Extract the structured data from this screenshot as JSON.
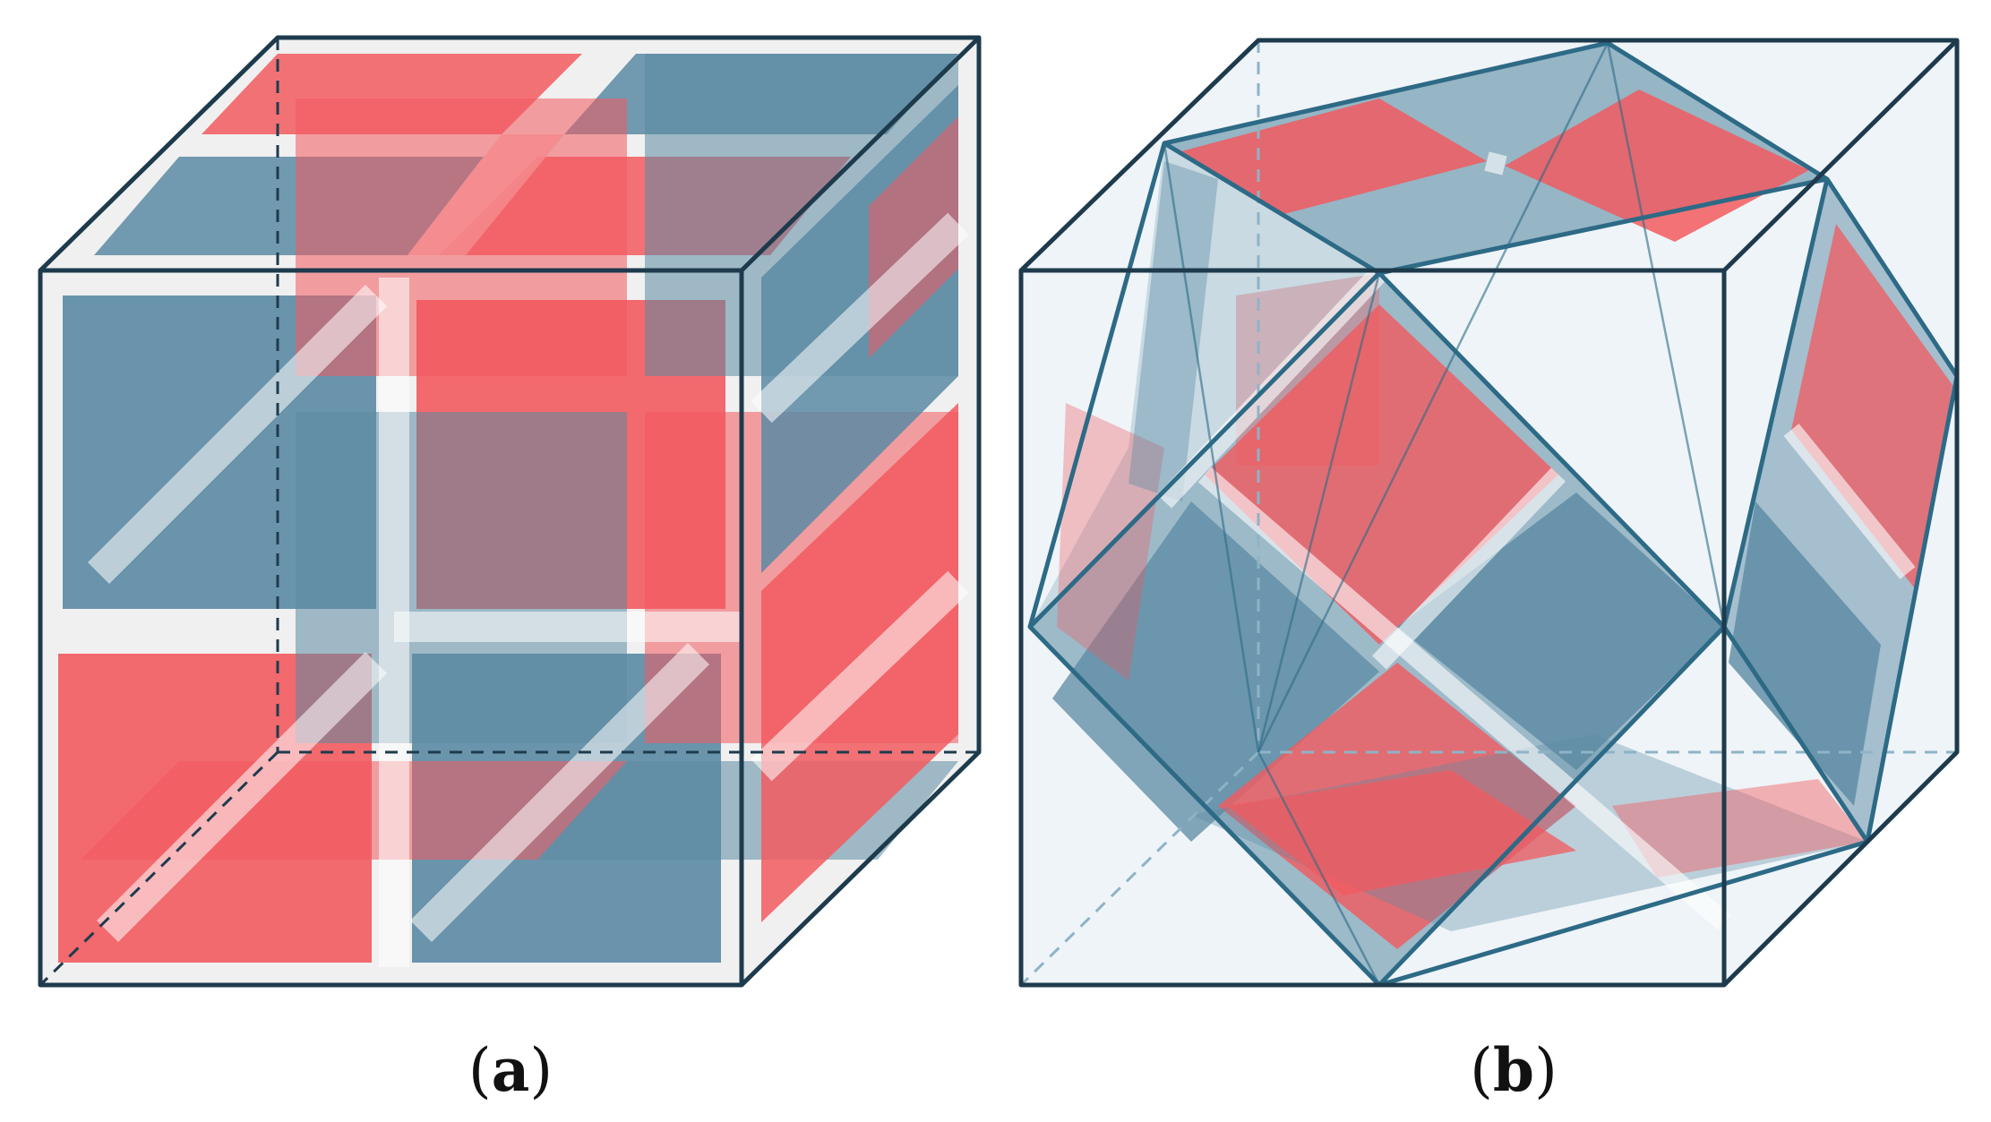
{
  "figure": {
    "panels": [
      {
        "id": "a",
        "label": "a"
      },
      {
        "id": "b",
        "label": "b"
      }
    ],
    "colors": {
      "red": "#F25A5F",
      "blue": "#5B8AA3",
      "edge": "#1E3B4D",
      "blue_edge": "#2D6A86",
      "white_band": "#F2F2F2",
      "box_fill": "#EEF4F8"
    }
  }
}
